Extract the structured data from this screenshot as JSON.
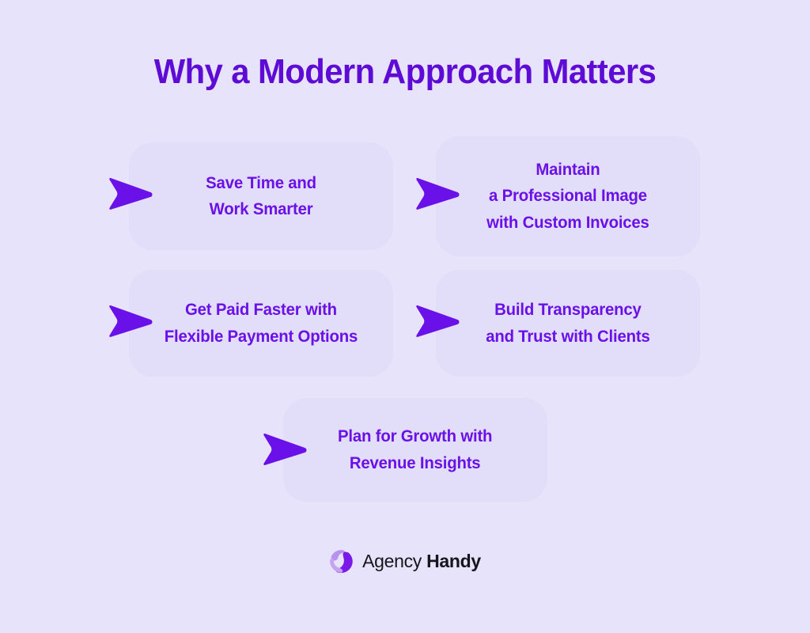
{
  "page": {
    "title": "Why a Modern Approach Matters",
    "background_color": "#e7e3fb",
    "accent_color": "#6a10e8",
    "title_color": "#5f0bd6",
    "card_color": "#e2def9"
  },
  "cards": [
    {
      "id": "card-1",
      "arrow_icon": "arrow-right-icon",
      "lines": [
        "Save Time and",
        "Work Smarter"
      ]
    },
    {
      "id": "card-2",
      "arrow_icon": "arrow-right-icon",
      "lines": [
        "Maintain",
        "a Professional Image",
        "with Custom Invoices"
      ]
    },
    {
      "id": "card-3",
      "arrow_icon": "arrow-right-icon",
      "lines": [
        "Get Paid Faster with",
        "Flexible Payment Options"
      ]
    },
    {
      "id": "card-4",
      "arrow_icon": "arrow-right-icon",
      "lines": [
        "Build Transparency",
        "and Trust with Clients"
      ]
    },
    {
      "id": "card-5",
      "arrow_icon": "arrow-right-icon",
      "lines": [
        "Plan for Growth with",
        "Revenue Insights"
      ]
    }
  ],
  "footer": {
    "logo_icon": "agency-handy-logo-icon",
    "brand_light": "Agency",
    "brand_bold": "Handy",
    "logo_color_dark": "#7a1ae8",
    "logo_color_light": "#b892ef"
  }
}
